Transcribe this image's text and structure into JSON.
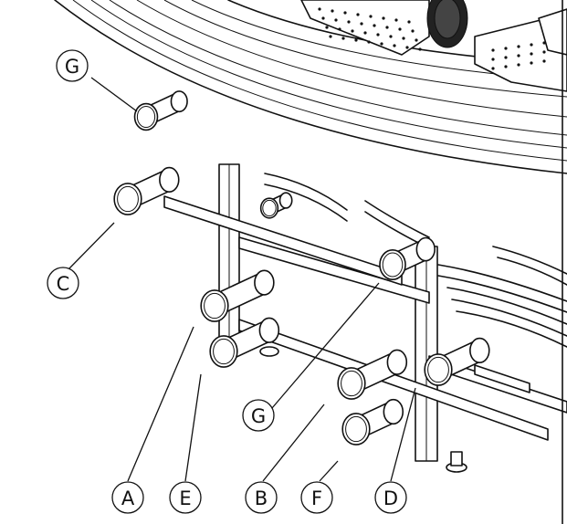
{
  "callouts": [
    {
      "id": "G_top",
      "letter": "G"
    },
    {
      "id": "C",
      "letter": "C"
    },
    {
      "id": "G_mid",
      "letter": "G"
    },
    {
      "id": "A",
      "letter": "A"
    },
    {
      "id": "E",
      "letter": "E"
    },
    {
      "id": "B",
      "letter": "B"
    },
    {
      "id": "F",
      "letter": "F"
    },
    {
      "id": "D",
      "letter": "D"
    }
  ]
}
